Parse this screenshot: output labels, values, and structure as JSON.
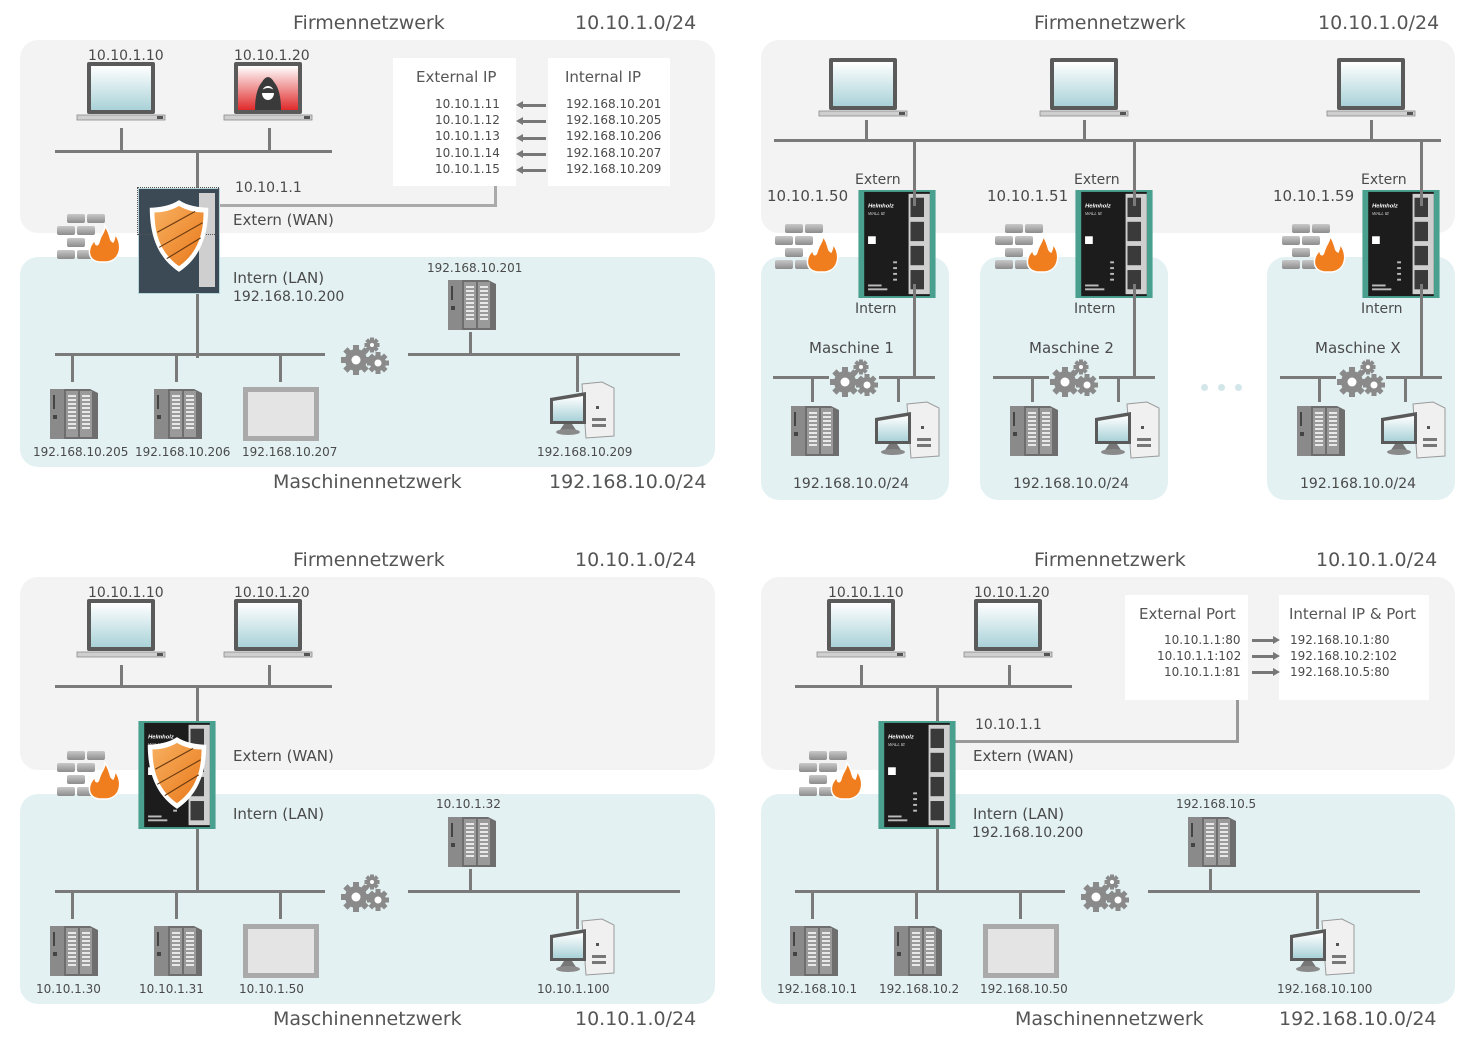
{
  "colors": {
    "corp_zone": "#f3f3f3",
    "machine_zone": "#e3f1f3",
    "line": "#7a7a7a",
    "device_teal": "#4aa08f",
    "shield_orange": "#f08a24",
    "flame_orange": "#f07d1e",
    "hacker_red": "#e03030"
  },
  "icons": {
    "laptop": "laptop-icon",
    "hacker_laptop": "hacker-laptop-icon",
    "firewall": "firewall-icon",
    "gateway": "wall-ie-gateway-icon",
    "shield": "shield-icon",
    "plc": "plc-icon",
    "hmi": "hmi-panel-icon",
    "pc": "desktop-pc-icon",
    "gears": "gears-icon",
    "ellipsis": "ellipsis-icon"
  },
  "panel1": {
    "corp_title": "Firmennetzwerk",
    "corp_subnet": "10.10.1.0/24",
    "laptops": [
      "10.10.1.10",
      "10.10.1.20"
    ],
    "nat_table": {
      "external_header": "External IP",
      "internal_header": "Internal IP",
      "rows": [
        {
          "external": "10.10.1.11",
          "internal": "192.168.10.201"
        },
        {
          "external": "10.10.1.12",
          "internal": "192.168.10.205"
        },
        {
          "external": "10.10.1.13",
          "internal": "192.168.10.206"
        },
        {
          "external": "10.10.1.14",
          "internal": "192.168.10.207"
        },
        {
          "external": "10.10.1.15",
          "internal": "192.168.10.209"
        }
      ]
    },
    "wan_ip": "10.10.1.1",
    "wan_label": "Extern (WAN)",
    "lan_label": "Intern (LAN)",
    "lan_ip": "192.168.10.200",
    "top_plc_ip": "192.168.10.201",
    "devices": [
      "192.168.10.205",
      "192.168.10.206",
      "192.168.10.207",
      "192.168.10.209"
    ],
    "machine_title": "Maschinennetzwerk",
    "machine_subnet": "192.168.10.0/24"
  },
  "panel2": {
    "corp_title": "Firmennetzwerk",
    "corp_subnet": "10.10.1.0/24",
    "machines": [
      {
        "wan_ip": "10.10.1.50",
        "extern": "Extern",
        "intern": "Intern",
        "name": "Maschine 1",
        "subnet": "192.168.10.0/24"
      },
      {
        "wan_ip": "10.10.1.51",
        "extern": "Extern",
        "intern": "Intern",
        "name": "Maschine 2",
        "subnet": "192.168.10.0/24"
      },
      {
        "wan_ip": "10.10.1.59",
        "extern": "Extern",
        "intern": "Intern",
        "name": "Maschine X",
        "subnet": "192.168.10.0/24"
      }
    ],
    "device_brand": "Helmholz",
    "device_model": "WALL IE"
  },
  "panel3": {
    "corp_title": "Firmennetzwerk",
    "corp_subnet": "10.10.1.0/24",
    "laptops": [
      "10.10.1.10",
      "10.10.1.20"
    ],
    "wan_label": "Extern (WAN)",
    "lan_label": "Intern (LAN)",
    "top_plc_ip": "10.10.1.32",
    "devices": [
      "10.10.1.30",
      "10.10.1.31",
      "10.10.1.50",
      "10.10.1.100"
    ],
    "machine_title": "Maschinennetzwerk",
    "machine_subnet": "10.10.1.0/24"
  },
  "panel4": {
    "corp_title": "Firmennetzwerk",
    "corp_subnet": "10.10.1.0/24",
    "laptops": [
      "10.10.1.10",
      "10.10.1.20"
    ],
    "port_table": {
      "external_header": "External Port",
      "internal_header": "Internal IP & Port",
      "rows": [
        {
          "external": "10.10.1.1:80",
          "internal": "192.168.10.1:80"
        },
        {
          "external": "10.10.1.1:102",
          "internal": "192.168.10.2:102"
        },
        {
          "external": "10.10.1.1:81",
          "internal": "192.168.10.5:80"
        }
      ]
    },
    "wan_ip": "10.10.1.1",
    "wan_label": "Extern (WAN)",
    "lan_label": "Intern (LAN)",
    "lan_ip": "192.168.10.200",
    "top_plc_ip": "192.168.10.5",
    "devices": [
      "192.168.10.1",
      "192.168.10.2",
      "192.168.10.50",
      "192.168.10.100"
    ],
    "machine_title": "Maschinennetzwerk",
    "machine_subnet": "192.168.10.0/24"
  }
}
